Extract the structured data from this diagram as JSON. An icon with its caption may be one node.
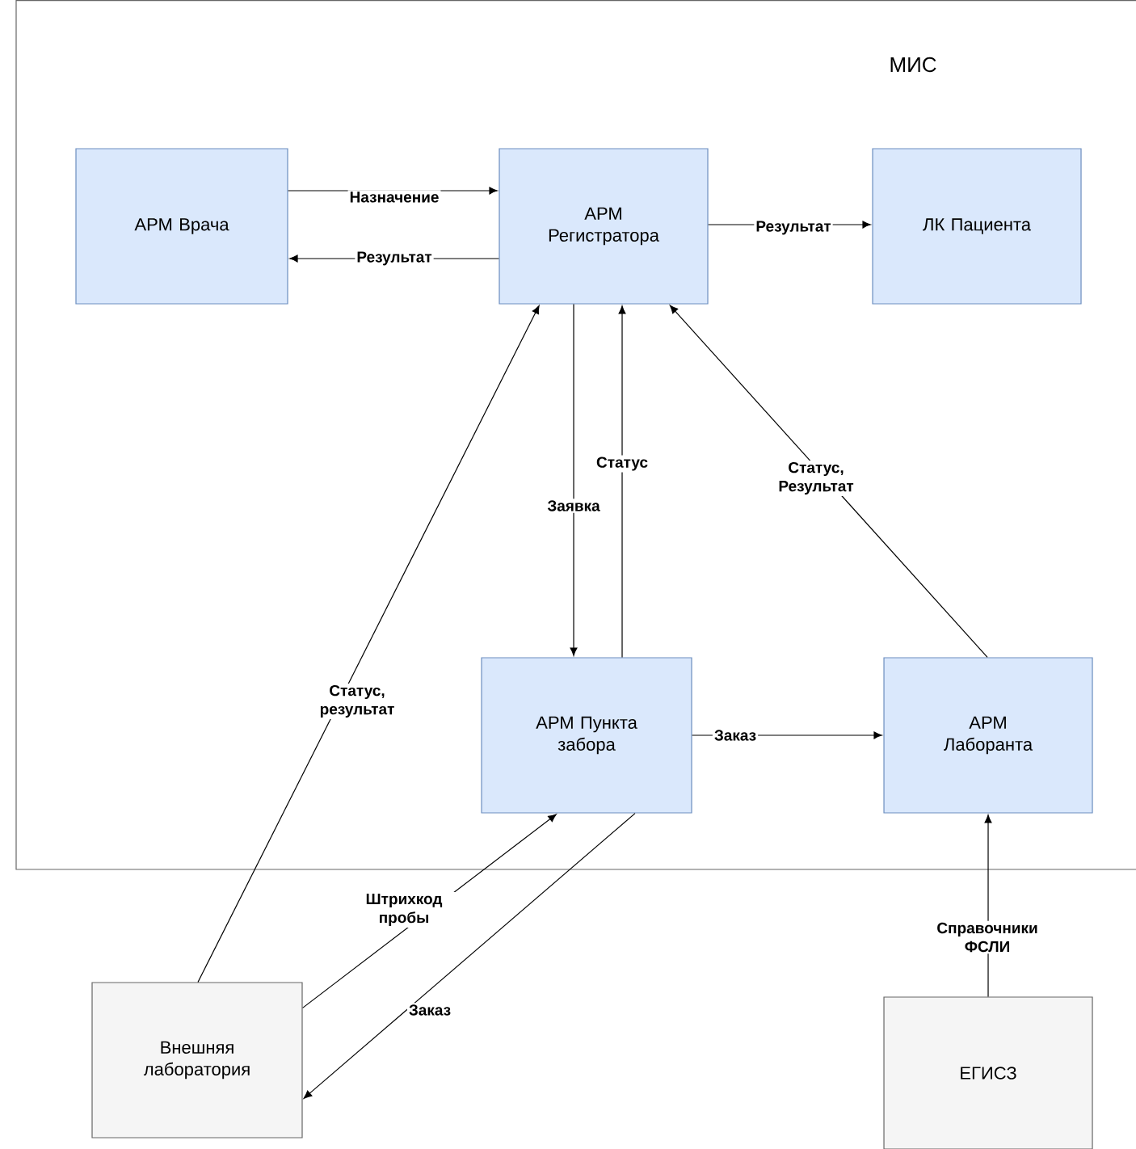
{
  "diagram": {
    "nodes": [
      {
        "text": [
          "МИС"
        ]
      },
      {
        "text": [
          "АРМ Врача"
        ],
        "in": 0
      },
      {
        "text": [
          "АРМ Регистратора"
        ],
        "in": 0
      },
      {
        "text": [
          "ЛК Пациента"
        ],
        "in": 0
      },
      {
        "text": [
          "АРМ Пункта забора"
        ],
        "in": 0
      },
      {
        "text": [
          "АРМ Лаборанта"
        ],
        "in": 0
      },
      {
        "text": [
          "Внешняя лаборатория"
        ]
      },
      {
        "text": [
          "ЕГИСЗ"
        ]
      }
    ],
    "edges": [
      {
        "from": 1,
        "to": 2,
        "arrow": "to",
        "label": "Назначение"
      },
      {
        "from": 2,
        "to": 1,
        "arrow": "to",
        "label": "Результат"
      },
      {
        "from": 2,
        "to": 3,
        "arrow": "to",
        "label": "Результат"
      },
      {
        "from": 2,
        "to": 4,
        "arrow": "to",
        "label": "Заявка"
      },
      {
        "from": 4,
        "to": 2,
        "arrow": "to",
        "label": "Статус"
      },
      {
        "from": 5,
        "to": 2,
        "arrow": "to",
        "label": "Статус, Результат"
      },
      {
        "from": 4,
        "to": 5,
        "arrow": "to",
        "label": "Заказ"
      },
      {
        "from": 6,
        "to": 2,
        "arrow": "to",
        "label": "Статус, результат"
      },
      {
        "from": 6,
        "to": 4,
        "arrow": "to",
        "label": "Штрихкод пробы"
      },
      {
        "from": 4,
        "to": 6,
        "arrow": "to",
        "label": "Заказ"
      },
      {
        "from": 7,
        "to": 5,
        "arrow": "to",
        "label": "Справочники ФСЛИ"
      }
    ]
  }
}
